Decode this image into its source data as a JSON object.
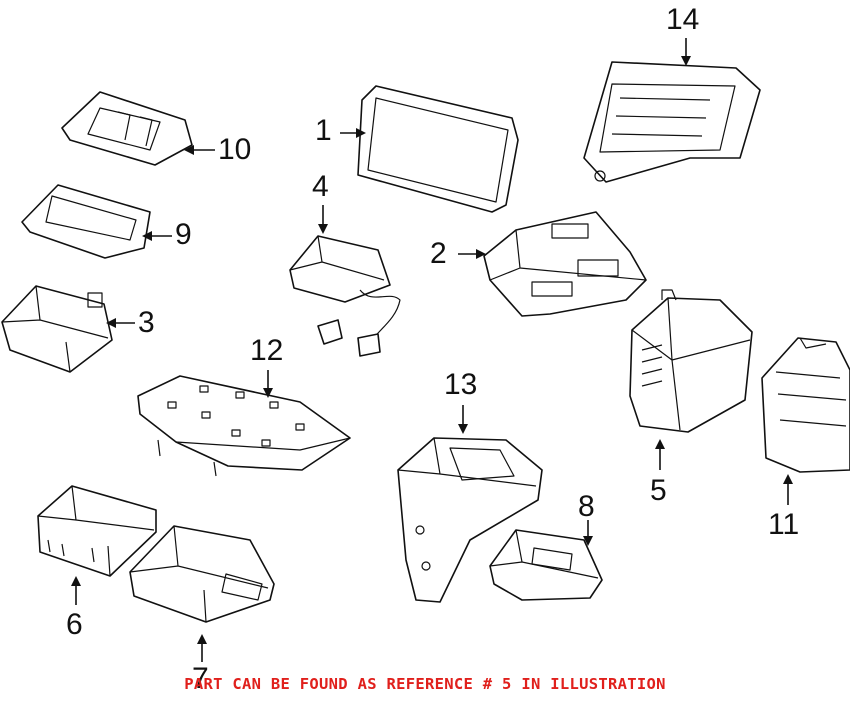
{
  "diagram": {
    "callouts": [
      {
        "id": "1",
        "label": "1"
      },
      {
        "id": "2",
        "label": "2"
      },
      {
        "id": "3",
        "label": "3"
      },
      {
        "id": "4",
        "label": "4"
      },
      {
        "id": "5",
        "label": "5"
      },
      {
        "id": "6",
        "label": "6"
      },
      {
        "id": "7",
        "label": "7"
      },
      {
        "id": "8",
        "label": "8"
      },
      {
        "id": "9",
        "label": "9"
      },
      {
        "id": "10",
        "label": "10"
      },
      {
        "id": "11",
        "label": "11"
      },
      {
        "id": "12",
        "label": "12"
      },
      {
        "id": "13",
        "label": "13"
      },
      {
        "id": "14",
        "label": "14"
      }
    ],
    "caption": "PART CAN BE FOUND AS REFERENCE # 5 IN ILLUSTRATION",
    "caption_color": "#e0201c"
  }
}
